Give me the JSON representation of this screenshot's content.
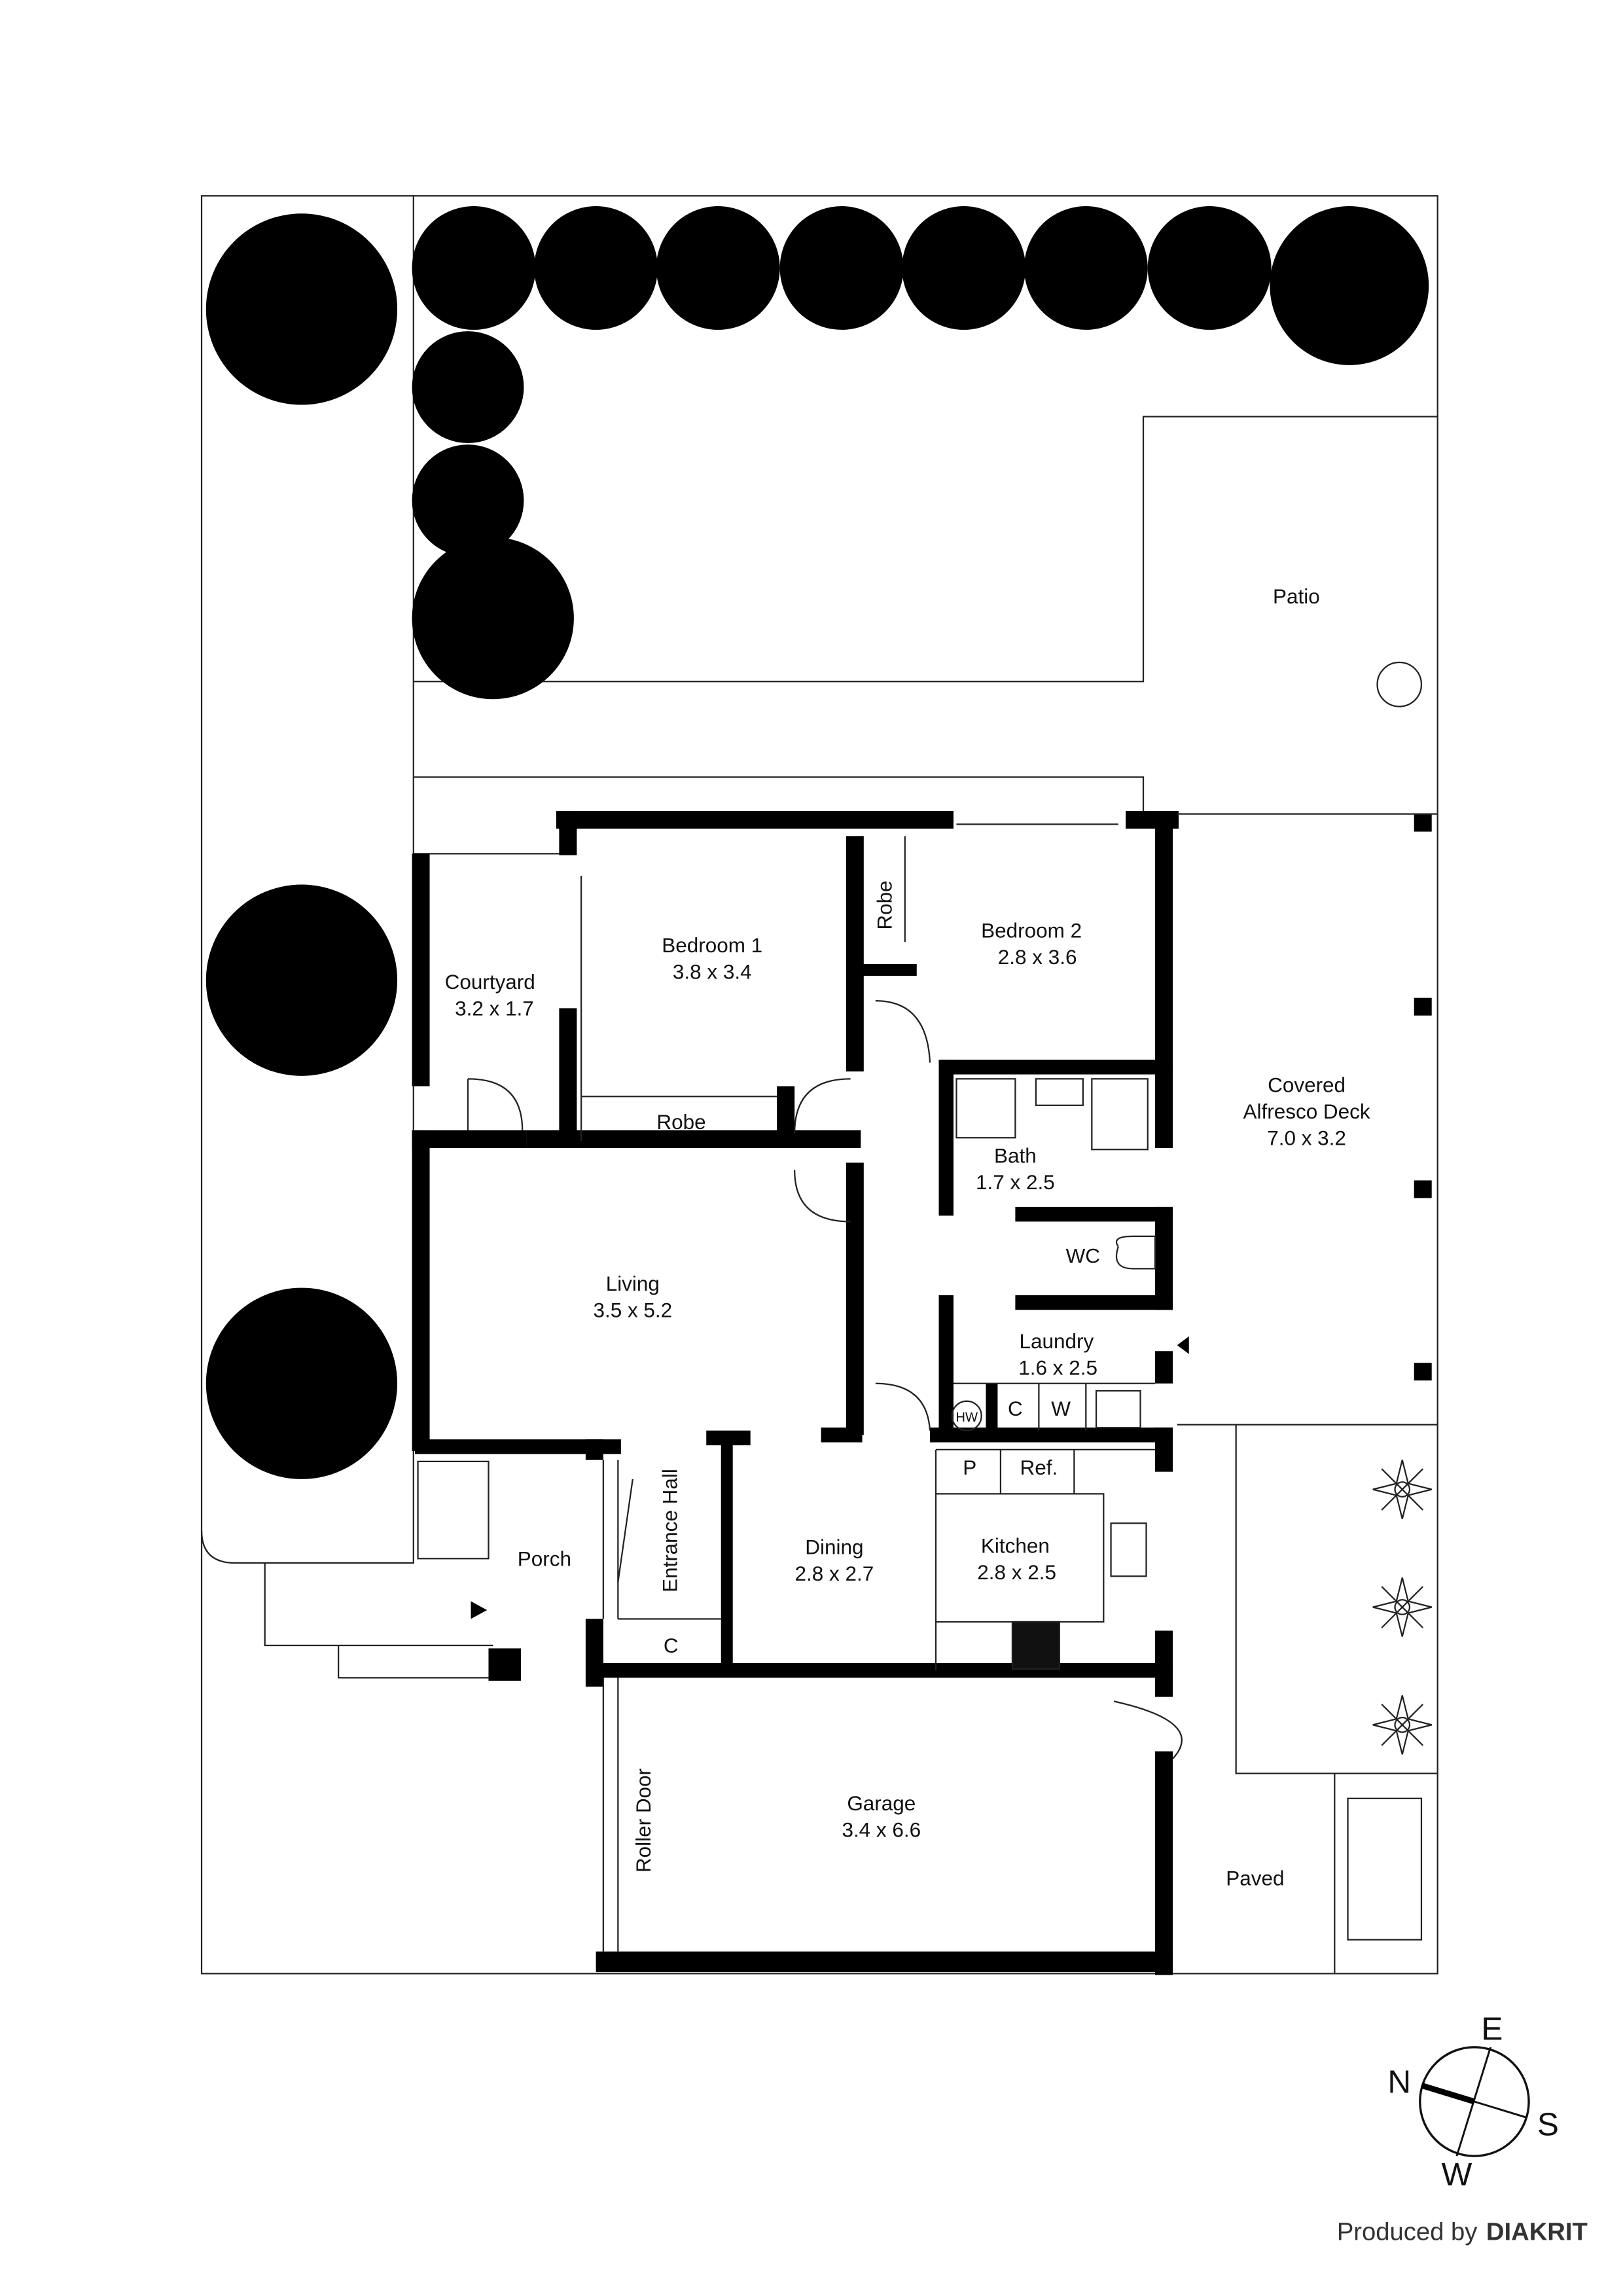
{
  "rooms": {
    "patio": {
      "name": "Patio"
    },
    "bedroom1": {
      "name": "Bedroom 1",
      "size": "3.8 x 3.4"
    },
    "bedroom2": {
      "name": "Bedroom 2",
      "size": "2.8 x 3.6"
    },
    "robe_bed2": {
      "name": "Robe"
    },
    "robe_bed1": {
      "name": "Robe"
    },
    "courtyard": {
      "name": "Courtyard",
      "size": "3.2 x 1.7"
    },
    "alfresco": {
      "name_line1": "Covered",
      "name_line2": "Alfresco Deck",
      "size": "7.0 x 3.2"
    },
    "bath": {
      "name": "Bath",
      "size": "1.7 x 2.5"
    },
    "wc": {
      "name": "WC"
    },
    "laundry": {
      "name": "Laundry",
      "size": "1.6 x 2.5"
    },
    "living": {
      "name": "Living",
      "size": "3.5 x 5.2"
    },
    "hw": {
      "name": "HW"
    },
    "c_laundry": {
      "name": "C"
    },
    "w_laundry": {
      "name": "W"
    },
    "pantry": {
      "name": "P"
    },
    "ref": {
      "name": "Ref."
    },
    "porch": {
      "name": "Porch"
    },
    "entrance_hall": {
      "name": "Entrance Hall"
    },
    "c_hall": {
      "name": "C"
    },
    "dining": {
      "name": "Dining",
      "size": "2.8 x 2.7"
    },
    "kitchen": {
      "name": "Kitchen",
      "size": "2.8 x 2.5"
    },
    "garage": {
      "name": "Garage",
      "size": "3.4 x 6.6"
    },
    "roller_door": {
      "name": "Roller Door"
    },
    "paved": {
      "name": "Paved"
    }
  },
  "compass": {
    "n": "N",
    "e": "E",
    "s": "S",
    "w": "W"
  },
  "credit": {
    "prefix": "Produced by",
    "brand": "DIAKRIT"
  },
  "colors": {
    "walls": "#000000",
    "lines": "#222222",
    "background": "#ffffff"
  }
}
